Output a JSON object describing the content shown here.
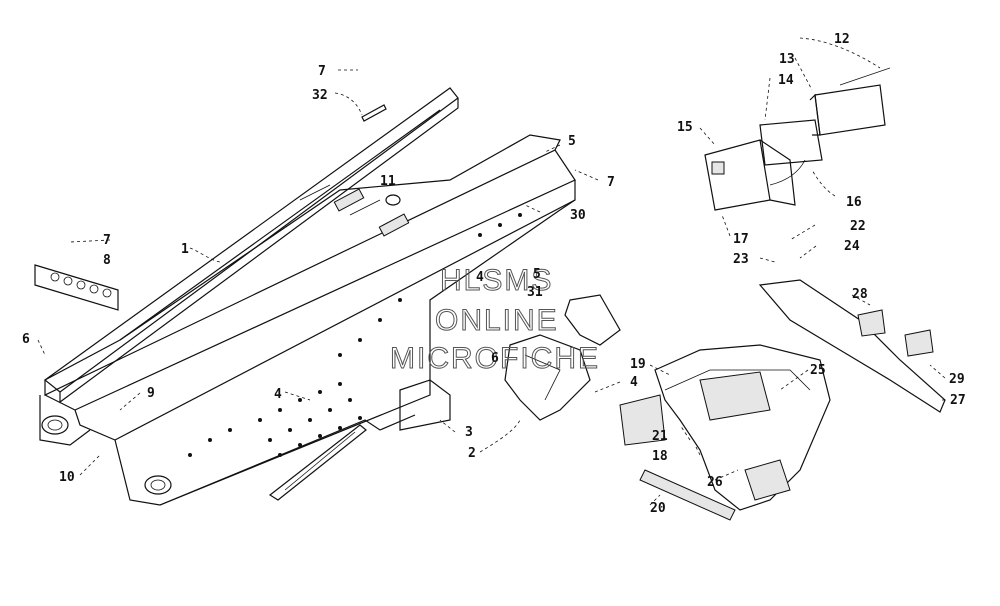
{
  "callouts": [
    {
      "id": "c1",
      "text": "1"
    },
    {
      "id": "c2",
      "text": "2"
    },
    {
      "id": "c3",
      "text": "3"
    },
    {
      "id": "c4a",
      "text": "4"
    },
    {
      "id": "c4b",
      "text": "4"
    },
    {
      "id": "c4c",
      "text": "4"
    },
    {
      "id": "c5a",
      "text": "5"
    },
    {
      "id": "c5b",
      "text": "5"
    },
    {
      "id": "c6a",
      "text": "6"
    },
    {
      "id": "c6b",
      "text": "6"
    },
    {
      "id": "c7a",
      "text": "7"
    },
    {
      "id": "c7b",
      "text": "7"
    },
    {
      "id": "c7c",
      "text": "7"
    },
    {
      "id": "c8",
      "text": "8"
    },
    {
      "id": "c9",
      "text": "9"
    },
    {
      "id": "c10",
      "text": "10"
    },
    {
      "id": "c11",
      "text": "11"
    },
    {
      "id": "c12",
      "text": "12"
    },
    {
      "id": "c13",
      "text": "13"
    },
    {
      "id": "c14",
      "text": "14"
    },
    {
      "id": "c15",
      "text": "15"
    },
    {
      "id": "c16",
      "text": "16"
    },
    {
      "id": "c17",
      "text": "17"
    },
    {
      "id": "c18",
      "text": "18"
    },
    {
      "id": "c19",
      "text": "19"
    },
    {
      "id": "c20",
      "text": "20"
    },
    {
      "id": "c21",
      "text": "21"
    },
    {
      "id": "c22",
      "text": "22"
    },
    {
      "id": "c23",
      "text": "23"
    },
    {
      "id": "c24",
      "text": "24"
    },
    {
      "id": "c25",
      "text": "25"
    },
    {
      "id": "c26",
      "text": "26"
    },
    {
      "id": "c27",
      "text": "27"
    },
    {
      "id": "c28",
      "text": "28"
    },
    {
      "id": "c29",
      "text": "29"
    },
    {
      "id": "c30",
      "text": "30"
    },
    {
      "id": "c31",
      "text": "31"
    },
    {
      "id": "c32",
      "text": "32"
    }
  ],
  "watermark": {
    "line1": "HLSMS",
    "line2": "ONLINE",
    "line3": "MICROFICHE"
  }
}
